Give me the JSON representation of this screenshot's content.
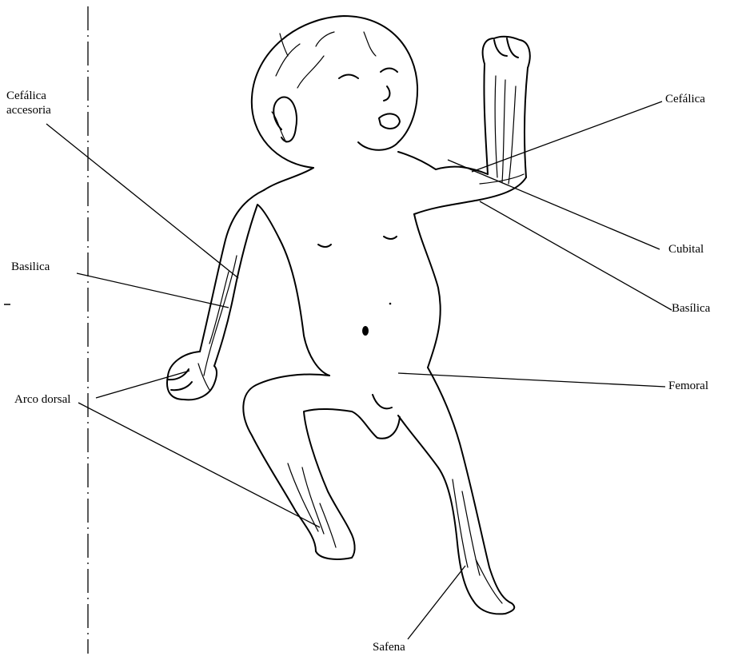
{
  "labels": {
    "cefalica_accesoria_line1": "Cefálica",
    "cefalica_accesoria_line2": "accesoria",
    "basilica_left": "Basilica",
    "arco_dorsal": "Arco dorsal",
    "cefalica": "Cefálica",
    "cubital": "Cubital",
    "basilica_right": "Basílica",
    "femoral": "Femoral",
    "safena": "Safena"
  }
}
